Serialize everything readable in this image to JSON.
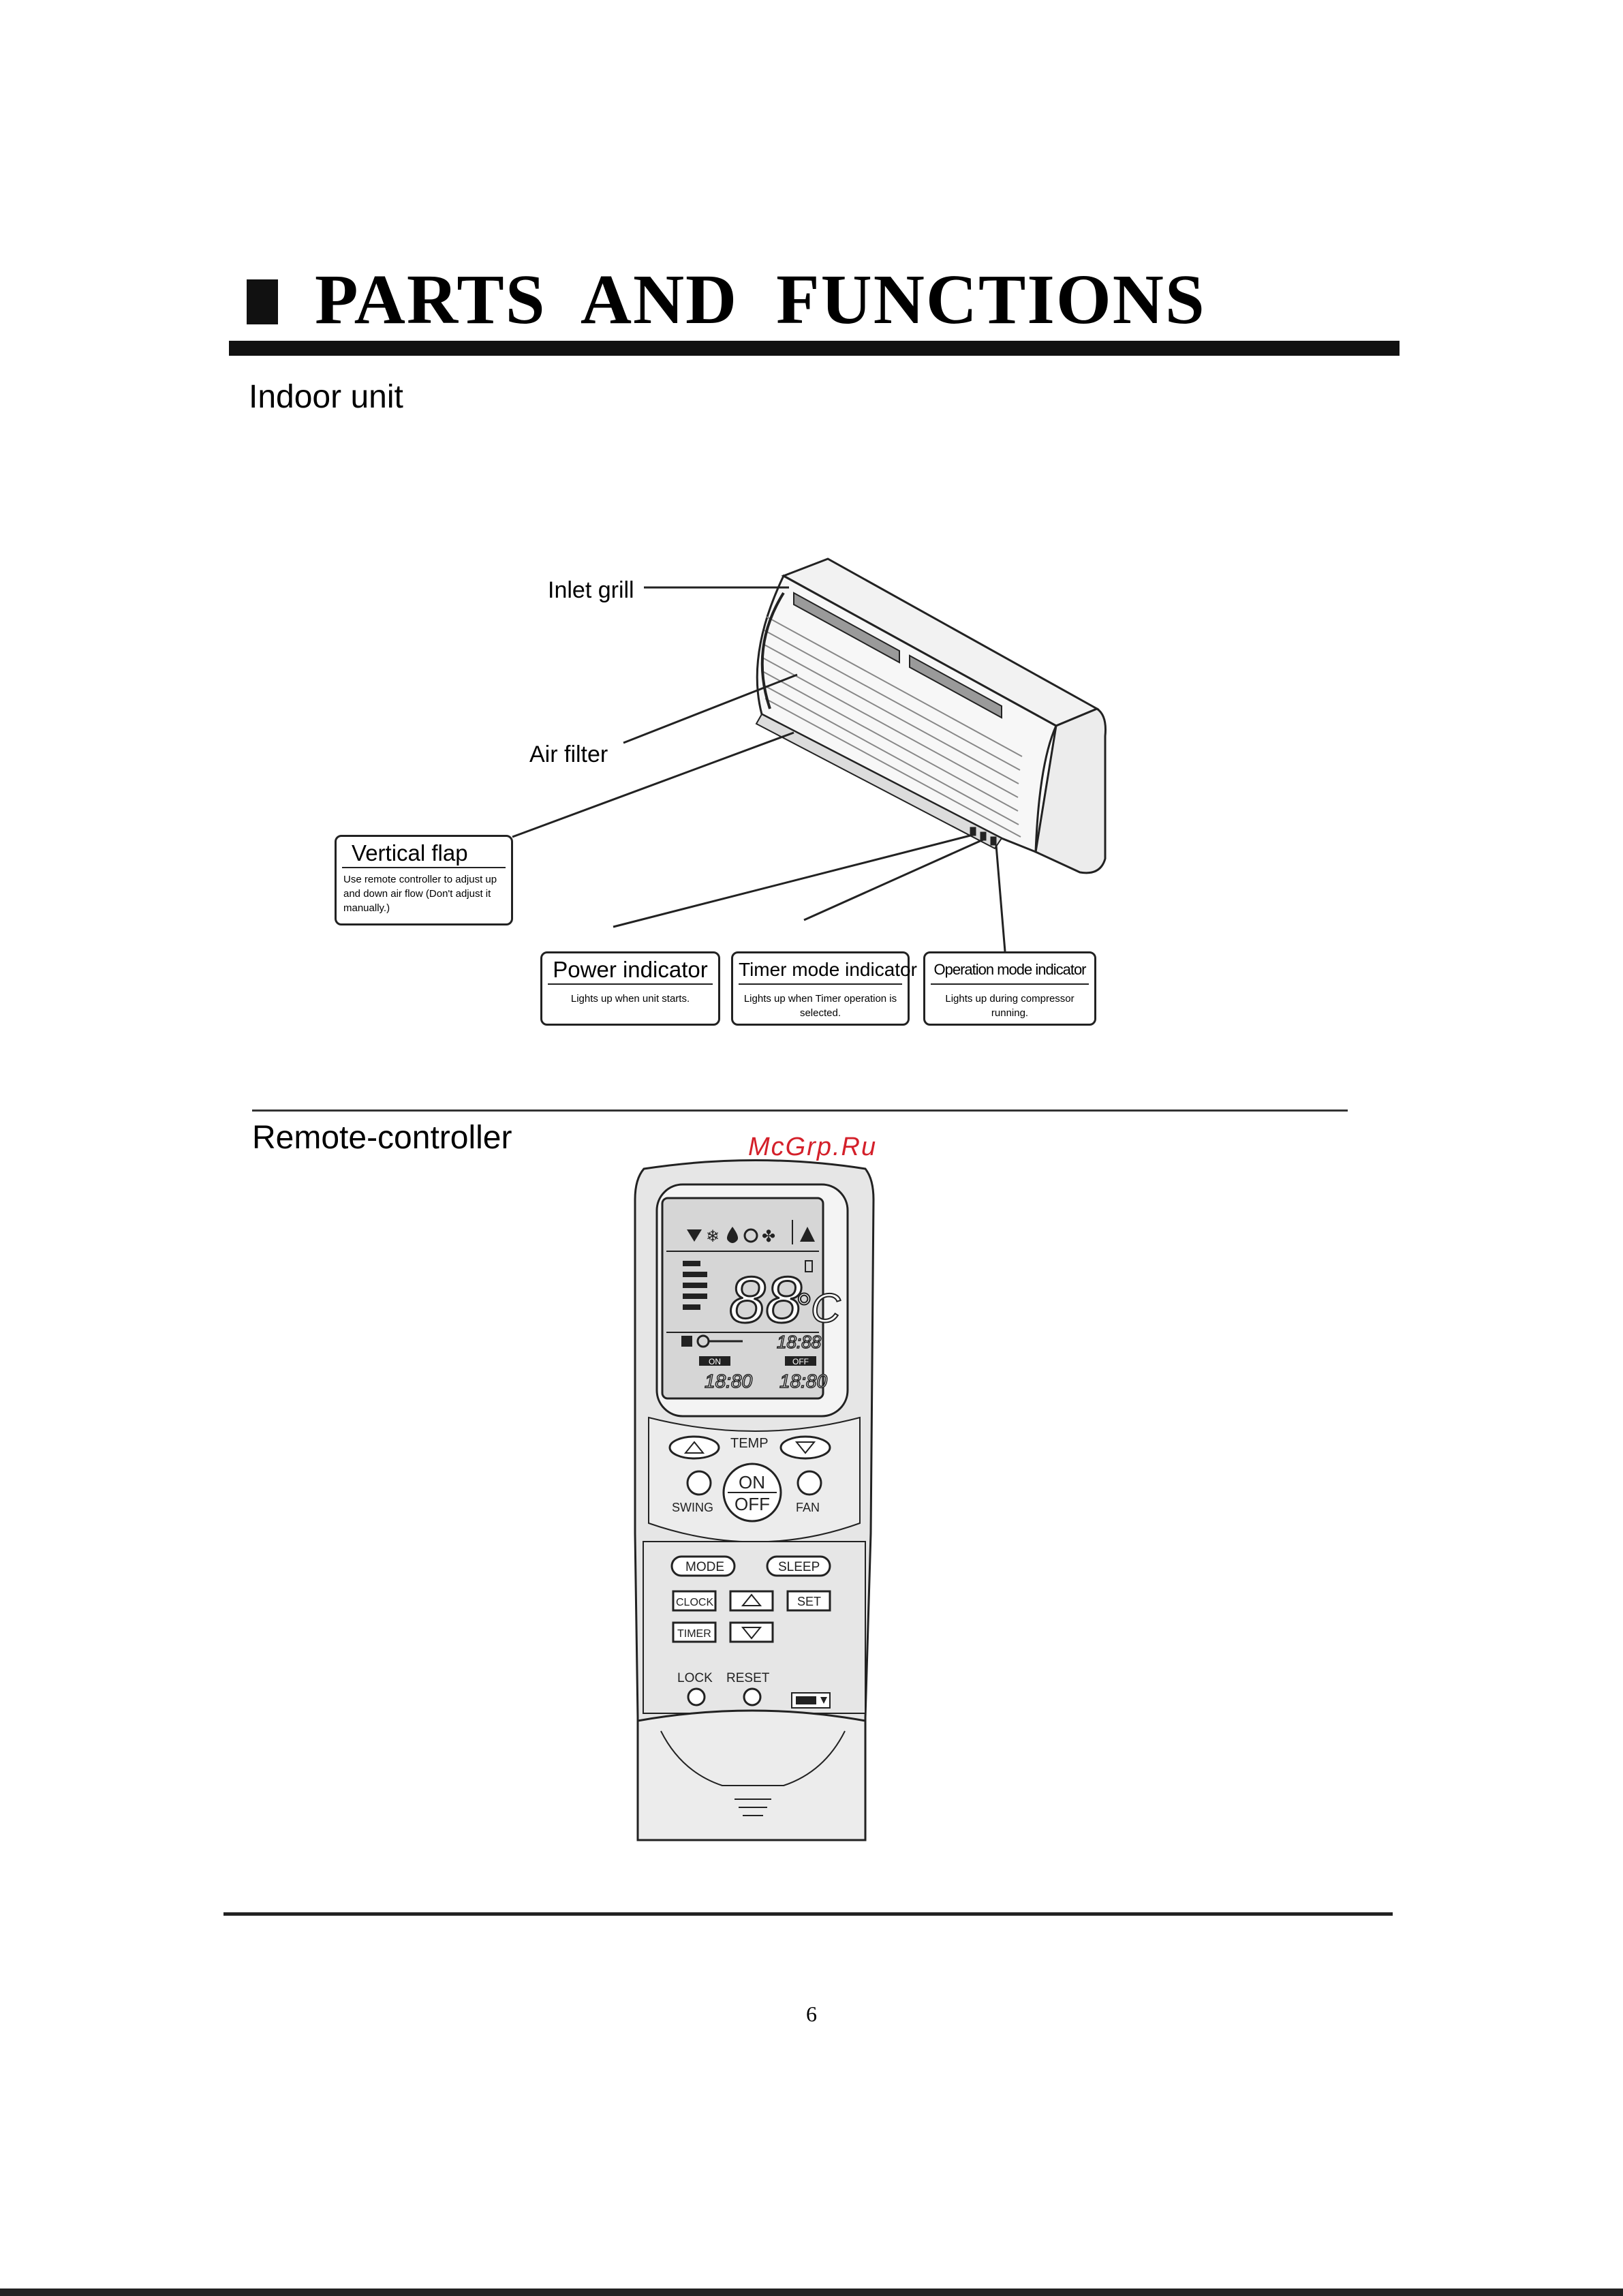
{
  "page": {
    "title": "PARTS AND FUNCTIONS",
    "page_number": "6",
    "watermark": "McGrp.Ru"
  },
  "indoor_unit": {
    "heading": "Indoor unit",
    "labels": {
      "inlet_grill": "Inlet grill",
      "air_filter": "Air filter"
    },
    "callouts": {
      "vertical_flap": {
        "title": "Vertical flap",
        "description": "Use remote controller to adjust up and down air flow (Don't adjust it manually.)"
      },
      "power_indicator": {
        "title": "Power indicator",
        "description": "Lights up when unit starts."
      },
      "timer_mode_indicator": {
        "title": "Timer mode indicator",
        "description": "Lights up when Timer operation is selected."
      },
      "operation_mode_indicator": {
        "title": "Operation mode indicator",
        "description": "Lights up during compressor running."
      }
    }
  },
  "remote_controller": {
    "heading": "Remote-controller",
    "display": {
      "temperature": "88",
      "unit": "°C",
      "clock": "18:88",
      "timer_on_tag": "ON",
      "timer_off_tag": "OFF",
      "timer_on_value": "18:80",
      "timer_off_value": "18:80"
    },
    "buttons": {
      "temp": "TEMP",
      "on": "ON",
      "off": "OFF",
      "swing": "SWING",
      "fan": "FAN",
      "mode": "MODE",
      "sleep": "SLEEP",
      "clock": "CLOCK",
      "set": "SET",
      "timer": "TIMER",
      "lock": "LOCK",
      "reset": "RESET"
    }
  },
  "colors": {
    "ink": "#111111",
    "unit_body": "#f2f2f2",
    "remote_body": "#e3e3e3",
    "lcd": "#d6d6d6",
    "watermark": "#d4202a"
  }
}
